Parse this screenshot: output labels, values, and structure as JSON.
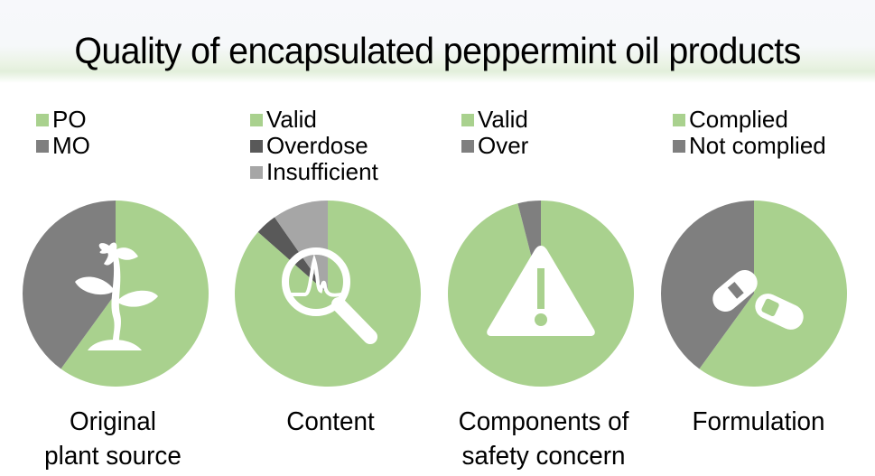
{
  "title": "Quality of encapsulated peppermint oil products",
  "colors": {
    "green": "#a9d18e",
    "mid_grey": "#7f7f7f",
    "dark_grey": "#595959",
    "light_grey": "#a6a6a6"
  },
  "panels": [
    {
      "caption_line1": "Original",
      "caption_line2": "plant source",
      "icon": "plant-sprout-icon",
      "legend": [
        {
          "label": "PO",
          "color": "#a9d18e"
        },
        {
          "label": "MO",
          "color": "#7f7f7f"
        }
      ]
    },
    {
      "caption_line1": "Content",
      "caption_line2": "",
      "icon": "magnifier-chromatogram-icon",
      "legend": [
        {
          "label": "Valid",
          "color": "#a9d18e"
        },
        {
          "label": "Overdose",
          "color": "#595959"
        },
        {
          "label": "Insufficient",
          "color": "#a6a6a6"
        }
      ]
    },
    {
      "caption_line1": "Components of",
      "caption_line2": "safety concern",
      "icon": "warning-triangle-icon",
      "legend": [
        {
          "label": "Valid",
          "color": "#a9d18e"
        },
        {
          "label": "Over",
          "color": "#7f7f7f"
        }
      ]
    },
    {
      "caption_line1": "Formulation",
      "caption_line2": "",
      "icon": "capsule-pills-icon",
      "legend": [
        {
          "label": "Complied",
          "color": "#a9d18e"
        },
        {
          "label": "Not complied",
          "color": "#7f7f7f"
        }
      ]
    }
  ],
  "chart_data": [
    {
      "type": "pie",
      "title": "Original plant source",
      "categories": [
        "PO",
        "MO"
      ],
      "values": [
        60,
        40
      ],
      "colors": [
        "#a9d18e",
        "#7f7f7f"
      ],
      "legend_position": "top-left"
    },
    {
      "type": "pie",
      "title": "Content",
      "categories": [
        "Valid",
        "Overdose",
        "Insufficient"
      ],
      "values": [
        86.5,
        3.8,
        9.7
      ],
      "colors": [
        "#a9d18e",
        "#595959",
        "#a6a6a6"
      ],
      "legend_position": "top-left"
    },
    {
      "type": "pie",
      "title": "Components of safety concern",
      "categories": [
        "Valid",
        "Over"
      ],
      "values": [
        96,
        4
      ],
      "colors": [
        "#a9d18e",
        "#7f7f7f"
      ],
      "legend_position": "top-left"
    },
    {
      "type": "pie",
      "title": "Formulation",
      "categories": [
        "Complied",
        "Not complied"
      ],
      "values": [
        60,
        40
      ],
      "colors": [
        "#a9d18e",
        "#7f7f7f"
      ],
      "legend_position": "top-left"
    }
  ]
}
